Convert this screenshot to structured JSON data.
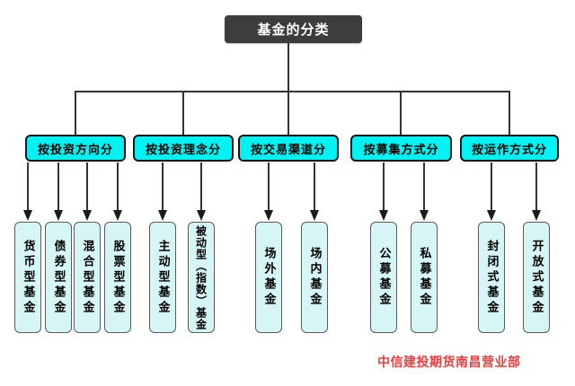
{
  "root": {
    "title": "基金的分类"
  },
  "branches": [
    {
      "label": "按投资方向分",
      "children": [
        "货币型基金",
        "债券型基金",
        "混合型基金",
        "股票型基金"
      ]
    },
    {
      "label": "按投资理念分",
      "children": [
        "主动型基金",
        "被动型（指数）基金"
      ]
    },
    {
      "label": "按交易渠道分",
      "children": [
        "场外基金",
        "场内基金"
      ]
    },
    {
      "label": "按募集方式分",
      "children": [
        "公募基金",
        "私募基金"
      ]
    },
    {
      "label": "按运作方式分",
      "children": [
        "封闭式基金",
        "开放式基金"
      ]
    }
  ],
  "footer": {
    "watermark": "中信建投期货南昌营业部"
  },
  "colors": {
    "root_fill": "#3d3d3d",
    "branch_fill": "#00f2f2",
    "leaf_fill": "#d6f5f5",
    "connector": "#333333",
    "watermark_red": "#f23c3c"
  }
}
